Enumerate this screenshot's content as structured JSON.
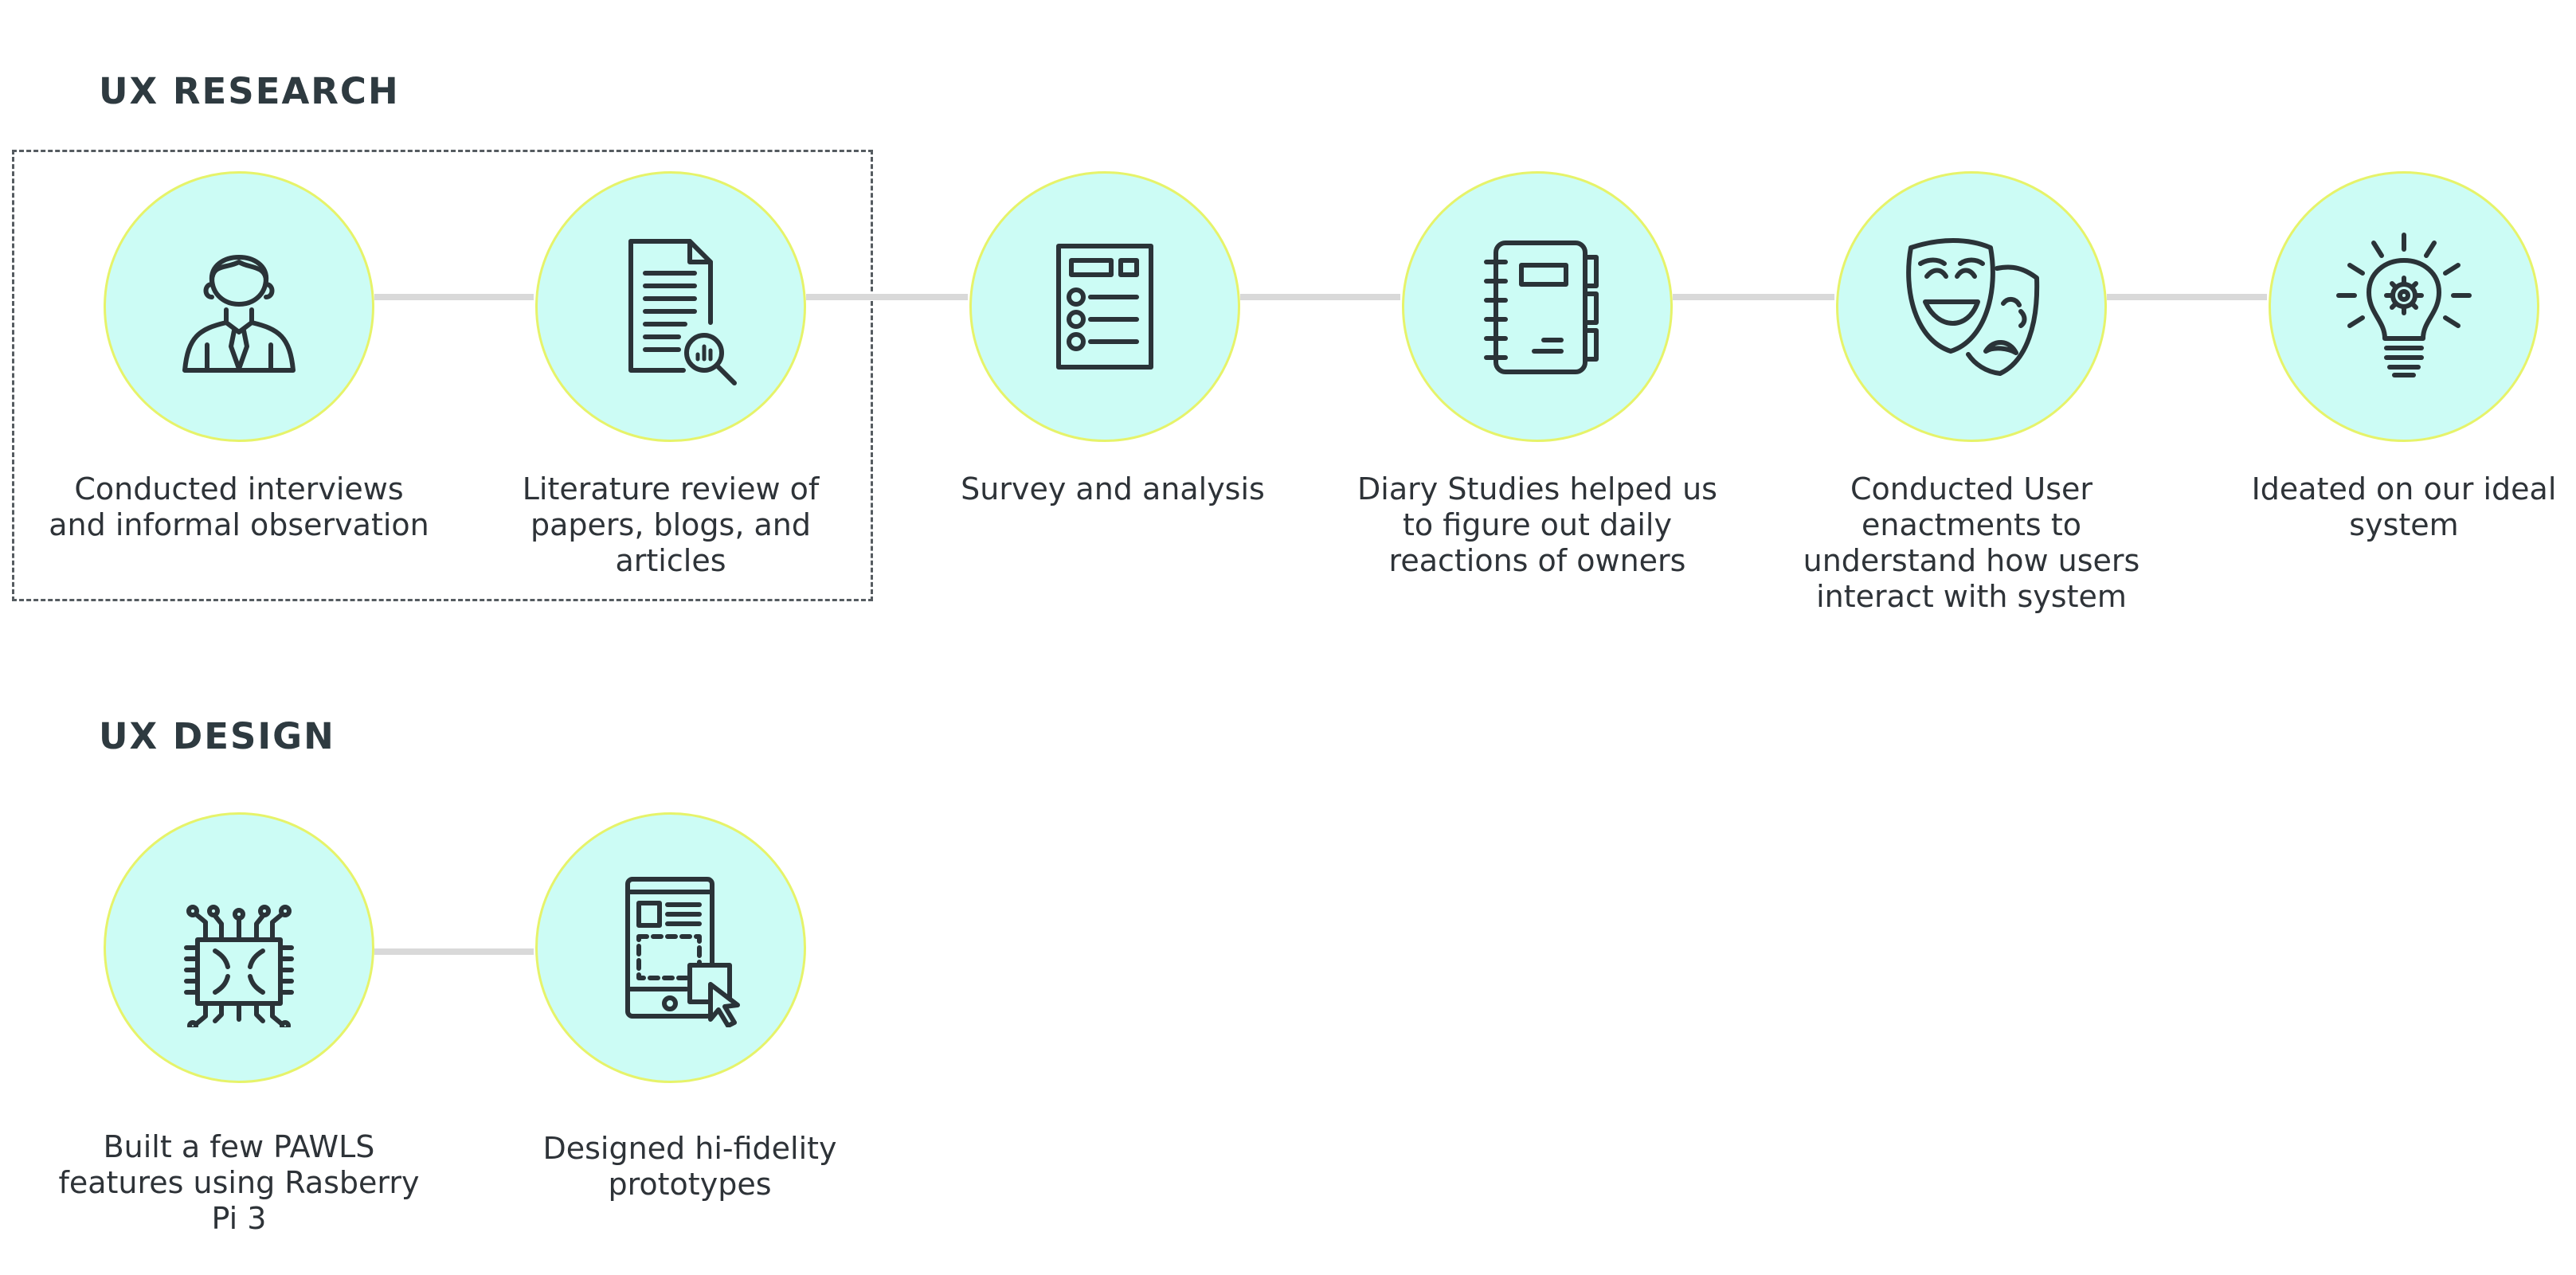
{
  "sections": {
    "research": {
      "title": "UX RESEARCH",
      "steps": [
        {
          "label": "Conducted interviews and informal observation",
          "icon": "interviewer-person-icon"
        },
        {
          "label": "Literature review of papers, blogs, and articles",
          "icon": "document-search-icon"
        },
        {
          "label": "Survey and analysis",
          "icon": "survey-form-icon"
        },
        {
          "label": "Diary Studies helped us to figure out daily reactions of owners",
          "icon": "diary-notebook-icon"
        },
        {
          "label": "Conducted User enactments to understand how users interact with system",
          "icon": "theater-masks-icon"
        },
        {
          "label": "Ideated on our ideal system",
          "icon": "lightbulb-gear-icon"
        }
      ]
    },
    "design": {
      "title": "UX DESIGN",
      "steps": [
        {
          "label": "Built a few PAWLS features using Rasberry Pi 3",
          "icon": "circuit-chip-icon"
        },
        {
          "label": "Designed hi-fidelity prototypes",
          "icon": "mobile-prototype-icon"
        }
      ]
    }
  },
  "colors": {
    "circle_fill": "#ccfcf5",
    "circle_border": "#e6f36a",
    "connector": "#d9d9d9",
    "text": "#2e3338",
    "dashed_border": "#555b60"
  }
}
